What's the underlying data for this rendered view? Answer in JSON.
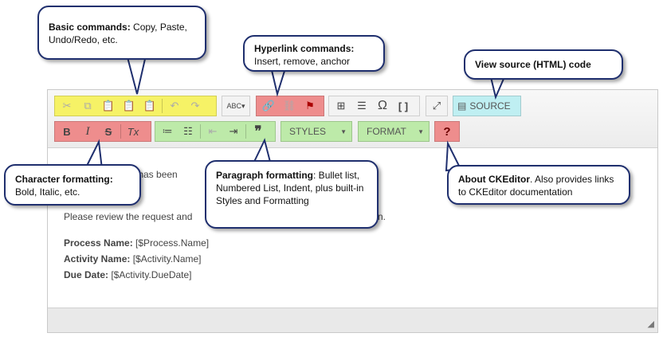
{
  "callouts": {
    "basic": {
      "title": "Basic commands:",
      "text": " Copy, Paste, Undo/Redo, etc."
    },
    "hyperlink": {
      "title": "Hyperlink commands:",
      "text": "Insert, remove, anchor"
    },
    "source": {
      "title": "View source (HTML) code"
    },
    "character": {
      "title": "Character formatting:",
      "text": "Bold, Italic, etc."
    },
    "paragraph": {
      "title": "Paragraph formatting",
      "text": ": Bullet list, Numbered List, Indent, plus built-in Styles and Formatting"
    },
    "about": {
      "title": "About CKEditor",
      "text": ". Also provides links to CKEditor documentation"
    }
  },
  "toolbar": {
    "source_label": "SOURCE",
    "styles_label": "STYLES",
    "format_label": "FORMAT",
    "help_label": "?",
    "bold_label": "B",
    "italic_label": "I",
    "strike_label": "S",
    "remove_format_label": "Tx",
    "special_char_label": "Ω",
    "blockquote_label": "❞"
  },
  "content": {
    "line1": "vity has been",
    "line2_start": "Please review the request and",
    "line2_end": "n.",
    "process_label": "Process Name:",
    "process_value": " [$Process.Name]",
    "activity_label": "Activity Name:",
    "activity_value": " [$Activity.Name]",
    "due_label": "Due Date:",
    "due_value": " [$Activity.DueDate]"
  },
  "colors": {
    "yellow_group": "#f6f266",
    "red_group": "#ee8d8d",
    "green_group": "#bdeaa9",
    "cyan_group": "#bfeff2",
    "callout_border": "#1f2f6e"
  }
}
